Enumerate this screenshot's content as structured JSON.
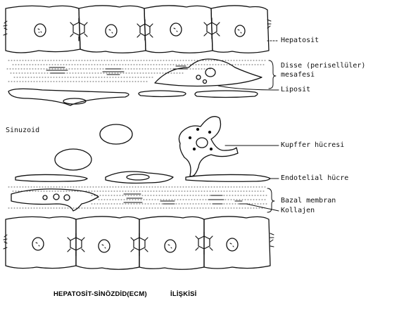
{
  "labels": {
    "hepatosit": "Hepatosit",
    "disse_line1": "Disse (perisellüler)",
    "disse_line2": "mesafesi",
    "liposit": "Liposit",
    "sinuzoid": "Sinuzoid",
    "kupffer": "Kupffer hücresi",
    "endotelial": "Endotelial hücre",
    "bazal": "Bazal membran",
    "kollajen": "Kollajen"
  },
  "caption": {
    "left": "HEPATOSİT-SİNÖZDİD(ECM)",
    "right": "İLİŞKİSİ"
  }
}
